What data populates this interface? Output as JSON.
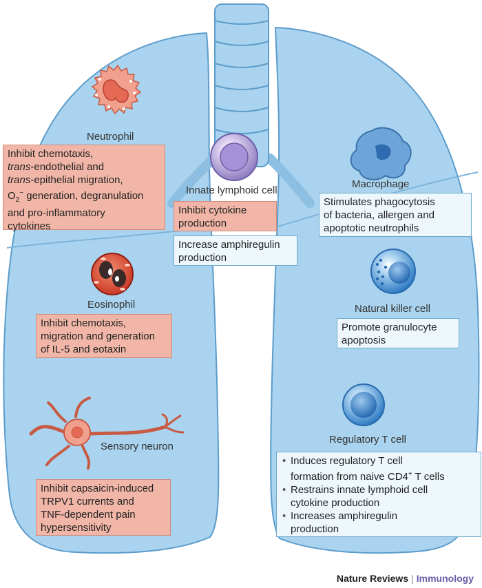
{
  "cells": {
    "neutrophil": "Neutrophil",
    "eosinophil": "Eosinophil",
    "sensory_neuron": "Sensory neuron",
    "innate_lymphoid": "Innate lymphoid cell",
    "macrophage": "Macrophage",
    "nk_cell": "Natural killer cell",
    "treg": "Regulatory T cell"
  },
  "boxes": {
    "neutrophil": {
      "l1": "Inhibit chemotaxis,",
      "l2a": "trans",
      "l2b": "-endothelial and",
      "l3a": "trans",
      "l3b": "-epithelial migration,",
      "l4a": "O",
      "l4sub": "2",
      "l4sup": "−",
      "l4b": " generation, degranulation",
      "l5": "and pro-inflammatory",
      "l6": "cytokines"
    },
    "eosinophil": [
      "Inhibit chemotaxis,",
      "migration and generation",
      "of IL-5 and eotaxin"
    ],
    "sensory": [
      "Inhibit capsaicin-induced",
      "TRPV1 currents and",
      "TNF-dependent pain",
      "hypersensitivity"
    ],
    "ilc_inhibit": [
      "Inhibit cytokine",
      "production"
    ],
    "ilc_increase": [
      "Increase amphiregulin",
      "production"
    ],
    "macrophage": [
      "Stimulates phagocytosis",
      "of bacteria, allergen and",
      "apoptotic neutrophils"
    ],
    "nk": [
      "Promote granulocyte",
      "apoptosis"
    ],
    "treg": {
      "b1a": "Induces regulatory T cell",
      "b1b": "formation from naive CD4",
      "b1sup": "+",
      "b1c": " T cells",
      "b2a": "Restrains innate lymphoid cell",
      "b2b": "cytokine production",
      "b3a": "Increases amphiregulin",
      "b3b": "production"
    }
  },
  "footer": {
    "publisher": "Nature Reviews",
    "separator": "|",
    "journal": "Immunology"
  },
  "colors": {
    "lung_fill": "#a9d3ee",
    "lung_edge": "#5c9ccb",
    "red_box": "#f1b6a7",
    "white_box": "#eef7fc",
    "journal": "#6a5ba8"
  },
  "icons": [
    "neutrophil-cell-icon",
    "eosinophil-cell-icon",
    "sensory-neuron-icon",
    "innate-lymphoid-cell-icon",
    "macrophage-cell-icon",
    "natural-killer-cell-icon",
    "regulatory-t-cell-icon",
    "trachea-icon",
    "left-lung-icon",
    "right-lung-icon"
  ]
}
